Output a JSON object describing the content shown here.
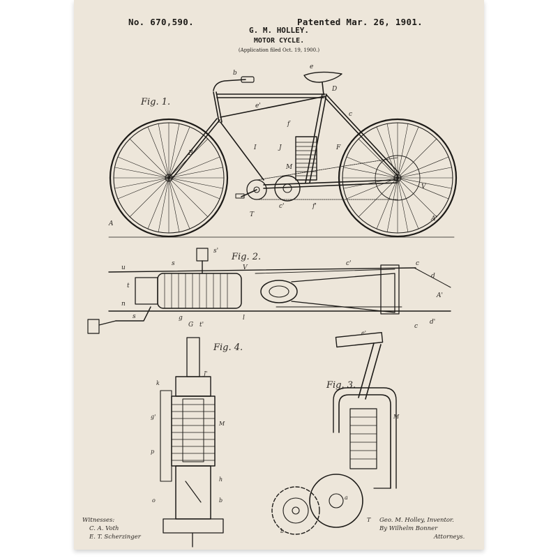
{
  "patent": {
    "number": "No. 670,590.",
    "date": "Patented Mar. 26, 1901.",
    "inventor": "G. M. HOLLEY.",
    "subject": "MOTOR CYCLE.",
    "filed": "(Application filed Oct. 19, 1900.)"
  },
  "figures": {
    "fig1": "Fig. 1.",
    "fig2": "Fig. 2.",
    "fig3": "Fig. 3.",
    "fig4": "Fig. 4."
  },
  "signatures": {
    "witnesses_title": "Witnesses:",
    "witness_1": "C. A. Voth",
    "witness_2": "E. T. Scherzinger",
    "inventor_line": "Geo. M. Holley, Inventor.",
    "attorney_line": "By Wilhelm Bonner",
    "attorneys_title": "Attorneys."
  },
  "colors": {
    "paper": "#ede6da",
    "ink": "#1c1a17"
  }
}
